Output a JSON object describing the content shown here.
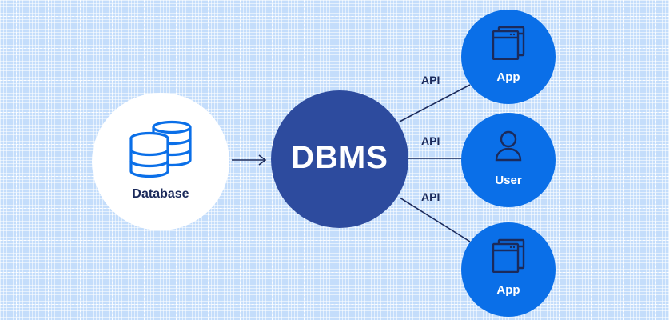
{
  "nodes": {
    "database": {
      "label": "Database",
      "icon": "database-icon"
    },
    "dbms": {
      "label": "DBMS"
    },
    "app_top": {
      "label": "App",
      "icon": "app-window-icon"
    },
    "user": {
      "label": "User",
      "icon": "user-icon"
    },
    "app_bottom": {
      "label": "App",
      "icon": "app-window-icon"
    }
  },
  "connections": {
    "api_top": "API",
    "api_middle": "API",
    "api_bottom": "API"
  },
  "colors": {
    "background": "#c4ddfb",
    "dbms": "#2d4b9e",
    "node": "#0a6fe8",
    "line": "#1b2a5b",
    "database_icon": "#0a6fe8"
  }
}
